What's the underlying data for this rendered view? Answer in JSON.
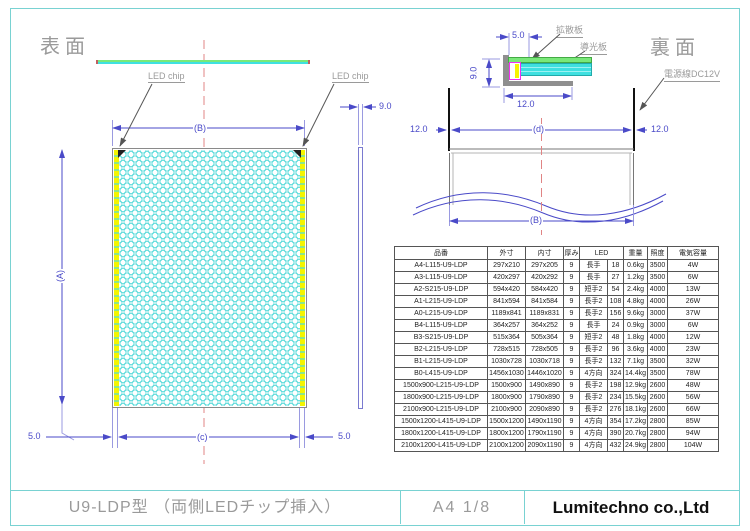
{
  "front_view": {
    "title": "表面",
    "led_chip_left": "LED chip",
    "led_chip_right": "LED chip",
    "dim_b": "(B)",
    "dim_a": "(A)",
    "dim_c": "(c)",
    "dim_thickness": "9.0",
    "dim_5_left": "5.0",
    "dim_5_right": "5.0"
  },
  "back_view": {
    "title": "裏面",
    "label_diffuser": "拡散板",
    "label_lightguide": "導光板",
    "label_power": "電源線DC12V",
    "dim_5": "5.0",
    "dim_9": "9.0",
    "dim_12_section": "12.0",
    "dim_12_left": "12.0",
    "dim_12_right": "12.0",
    "dim_d": "(d)",
    "dim_b": "(B)"
  },
  "table": {
    "headers": [
      "品番",
      "外寸",
      "内寸",
      "厚み",
      "LED",
      "重量",
      "照度",
      "電気容量"
    ],
    "rows": [
      [
        "A4-L115-U9-LDP",
        "297x210",
        "297x205",
        "9",
        "長手",
        "18",
        "0.6kg",
        "3500",
        "4W"
      ],
      [
        "A3-L115-U9-LDP",
        "420x297",
        "420x292",
        "9",
        "長手",
        "27",
        "1.2kg",
        "3500",
        "6W"
      ],
      [
        "A2-S215-U9-LDP",
        "594x420",
        "584x420",
        "9",
        "短手2",
        "54",
        "2.4kg",
        "4000",
        "13W"
      ],
      [
        "A1-L215-U9-LDP",
        "841x594",
        "841x584",
        "9",
        "長手2",
        "108",
        "4.8kg",
        "4000",
        "26W"
      ],
      [
        "A0-L215-U9-LDP",
        "1189x841",
        "1189x831",
        "9",
        "長手2",
        "156",
        "9.6kg",
        "3000",
        "37W"
      ],
      [
        "B4-L115-U9-LDP",
        "364x257",
        "364x252",
        "9",
        "長手",
        "24",
        "0.9kg",
        "3000",
        "6W"
      ],
      [
        "B3-S215-U9-LDP",
        "515x364",
        "505x364",
        "9",
        "短手2",
        "48",
        "1.8kg",
        "4000",
        "12W"
      ],
      [
        "B2-L215-U9-LDP",
        "728x515",
        "728x505",
        "9",
        "長手2",
        "96",
        "3.6kg",
        "4000",
        "23W"
      ],
      [
        "B1-L215-U9-LDP",
        "1030x728",
        "1030x718",
        "9",
        "長手2",
        "132",
        "7.1kg",
        "3500",
        "32W"
      ],
      [
        "B0-L415-U9-LDP",
        "1456x1030",
        "1446x1020",
        "9",
        "4方向",
        "324",
        "14.4kg",
        "3500",
        "78W"
      ],
      [
        "1500x900-L215-U9-LDP",
        "1500x900",
        "1490x890",
        "9",
        "長手2",
        "198",
        "12.9kg",
        "2600",
        "48W"
      ],
      [
        "1800x900-L215-U9-LDP",
        "1800x900",
        "1790x890",
        "9",
        "長手2",
        "234",
        "15.5kg",
        "2600",
        "56W"
      ],
      [
        "2100x900-L215-U9-LDP",
        "2100x900",
        "2090x890",
        "9",
        "長手2",
        "276",
        "18.1kg",
        "2600",
        "66W"
      ],
      [
        "1500x1200-L415-U9-LDP",
        "1500x1200",
        "1490x1190",
        "9",
        "4方向",
        "354",
        "17.2kg",
        "2800",
        "85W"
      ],
      [
        "1800x1200-L415-U9-LDP",
        "1800x1200",
        "1790x1190",
        "9",
        "4方向",
        "390",
        "20.7kg",
        "2800",
        "94W"
      ],
      [
        "2100x1200-L415-U9-LDP",
        "2100x1200",
        "2090x1190",
        "9",
        "4方向",
        "432",
        "24.9kg",
        "2800",
        "104W"
      ]
    ]
  },
  "title_block": {
    "model": "U9-LDP型 （両側LEDチップ挿入）",
    "sheet": "A4 1/8",
    "company": "Lumitechno co.,Ltd"
  },
  "colors": {
    "frame": "#79d2d2",
    "dim": "#4a4ac8",
    "centerline": "#e08484",
    "cad_text": "#9a9a9a",
    "leader": "#555555",
    "honeycomb": "#62dcdc",
    "led_yellow": "#f5f500",
    "diffuser_green": "#79e879",
    "lightguide_cyan": "#3fe0e0",
    "channel_gray": "#8f8f8f",
    "magenta": "#f030f0",
    "table_border": "#555555",
    "company_text": "#111111"
  }
}
